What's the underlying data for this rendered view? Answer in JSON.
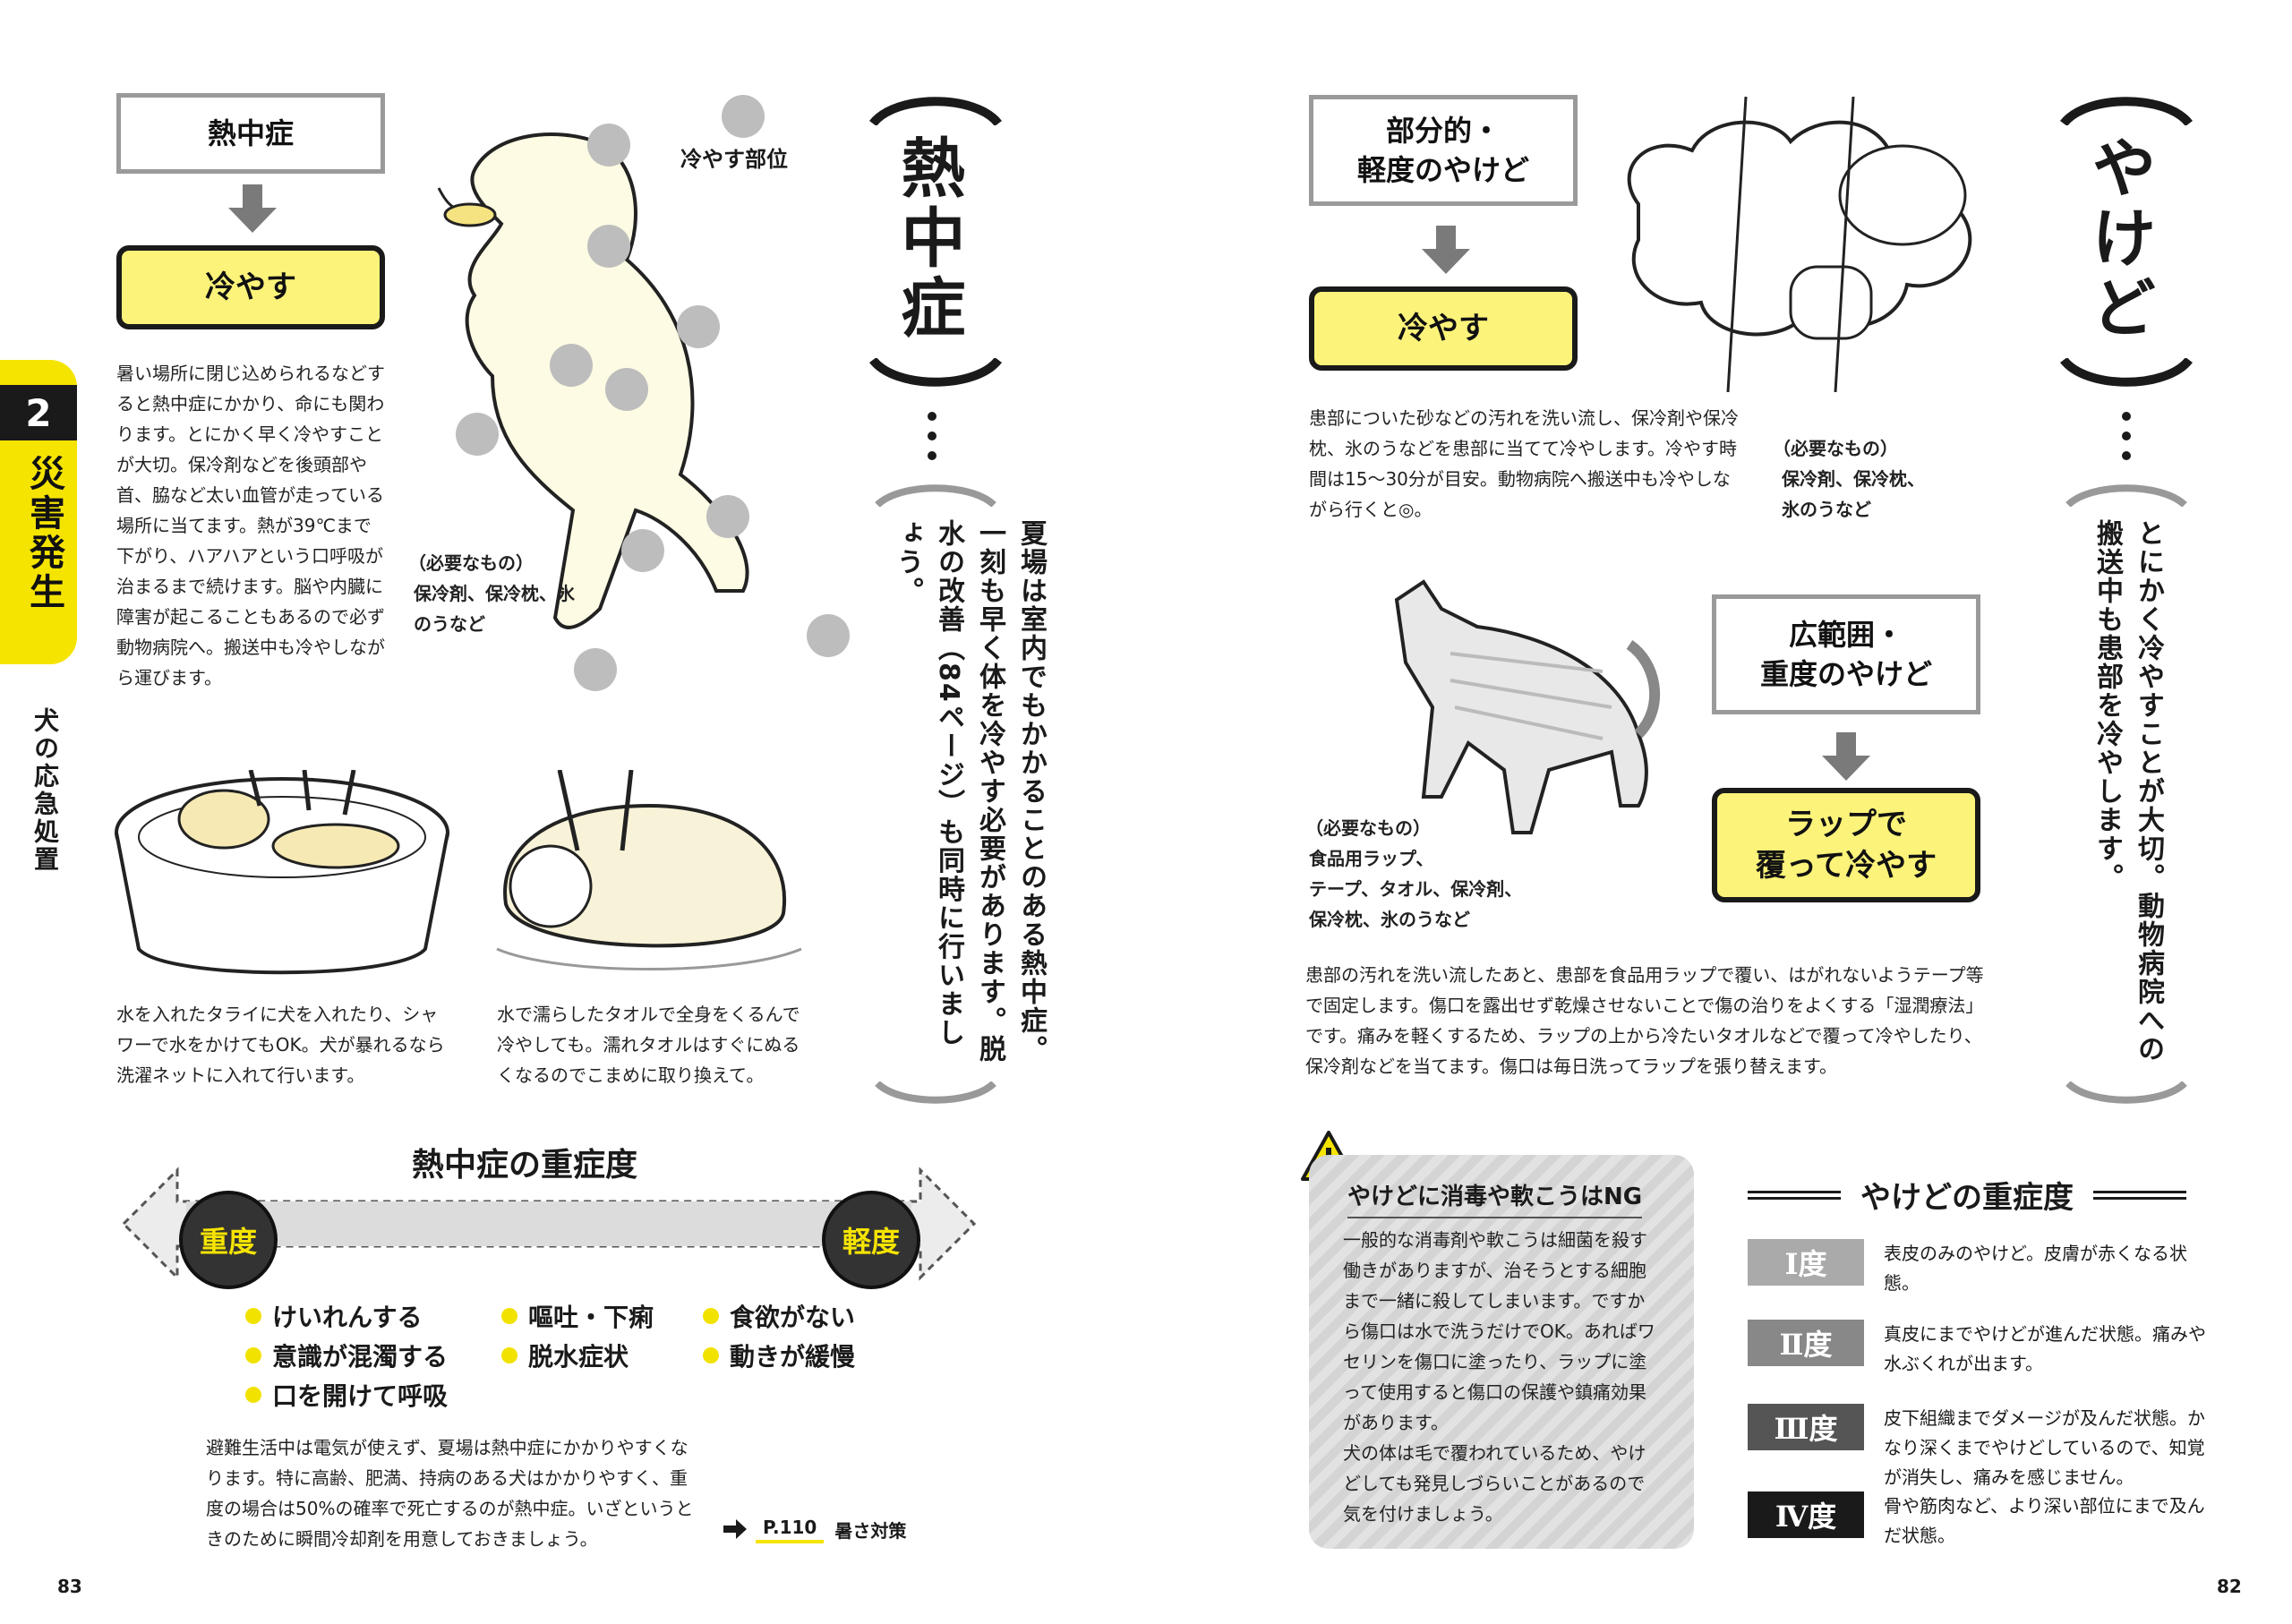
{
  "left_page": {
    "chapter_number": "2",
    "chapter_title": "災害発生",
    "section_title": "犬の応急処置",
    "page_number": "83",
    "title": "熱中症",
    "lead": "夏場は室内でもかかることのある熱中症。一刻も早く体を冷やす必要があります。脱水の改善（84ページ）も同時に行いましょう。",
    "flow": {
      "condition": "熱中症",
      "action": "冷やす"
    },
    "cooling_legend": "冷やす部位",
    "description": "暑い場所に閉じ込められるなどすると熱中症にかかり、命にも関わります。とにかく早く冷やすことが大切。保冷剤などを後頭部や首、脇など太い血管が走っている場所に当てます。熱が39℃まで下がり、ハアハアという口呼吸が治まるまで続けます。脳や内臓に障害が起こることもあるので必ず動物病院へ。搬送中も冷やしながら運びます。",
    "needs_label": "（必要なもの）",
    "needs_items": "保冷剤、保冷枕、氷のうなど",
    "caption_tub": "水を入れたタライに犬を入れたり、シャワーで水をかけてもOK。犬が暴れるなら洗濯ネットに入れて行います。",
    "caption_towel": "水で濡らしたタオルで全身をくるんで冷やしても。濡れタオルはすぐにぬるくなるのでこまめに取り換えて。",
    "severity": {
      "title": "熱中症の重症度",
      "left_label": "重度",
      "right_label": "軽度",
      "symptoms": [
        "けいれんする",
        "嘔吐・下痢",
        "食欲がない",
        "意識が混濁する",
        "脱水症状",
        "動きが緩慢",
        "口を開けて呼吸"
      ],
      "note": "避難生活中は電気が使えず、夏場は熱中症にかかりやすくなります。特に高齢、肥満、持病のある犬はかかりやすく、重度の場合は50%の確率で死亡するのが熱中症。いざというときのために瞬間冷却剤を用意しておきましょう。",
      "ref_page": "P.110",
      "ref_label": "暑さ対策"
    }
  },
  "right_page": {
    "page_number": "82",
    "title": "やけど",
    "lead": "とにかく冷やすことが大切。動物病院への搬送中も患部を冷やします。",
    "minor": {
      "condition": "部分的・\n軽度のやけど",
      "action": "冷やす",
      "description": "患部についた砂などの汚れを洗い流し、保冷剤や保冷枕、氷のうなどを患部に当てて冷やします。冷やす時間は15〜30分が目安。動物病院へ搬送中も冷やしながら行くと◎。",
      "needs_label": "（必要なもの）",
      "needs_items": "保冷剤、保冷枕、\n氷のうなど"
    },
    "severe": {
      "condition": "広範囲・\n重度のやけど",
      "action": "ラップで\n覆って冷やす",
      "needs_label": "（必要なもの）",
      "needs_items": "食品用ラップ、\nテープ、タオル、保冷剤、\n保冷枕、氷のうなど",
      "description": "患部の汚れを洗い流したあと、患部を食品用ラップで覆い、はがれないようテープ等で固定します。傷口を露出せず乾燥させないことで傷の治りをよくする「湿潤療法」です。痛みを軽くするため、ラップの上から冷たいタオルなどで覆って冷やしたり、保冷剤などを当てます。傷口は毎日洗ってラップを張り替えます。"
    },
    "warning": {
      "title": "やけどに消毒や軟こうはNG",
      "body": "一般的な消毒剤や軟こうは細菌を殺す働きがありますが、治そうとする細胞まで一緒に殺してしまいます。ですから傷口は水で洗うだけでOK。あればワセリンを傷口に塗ったり、ラップに塗って使用すると傷口の保護や鎮痛効果があります。\n犬の体は毛で覆われているため、やけどしても発見しづらいことがあるので気を付けましょう。"
    },
    "grades": {
      "title": "やけどの重症度",
      "items": [
        {
          "label": "Ⅰ度",
          "desc": "表皮のみのやけど。皮膚が赤くなる状態。",
          "color": "#aaaaaa"
        },
        {
          "label": "Ⅱ度",
          "desc": "真皮にまでやけどが進んだ状態。痛みや水ぶくれが出ます。",
          "color": "#888888"
        },
        {
          "label": "Ⅲ度",
          "desc": "皮下組織までダメージが及んだ状態。かなり深くまでやけどしているので、知覚が消失し、痛みを感じません。",
          "color": "#555555"
        },
        {
          "label": "Ⅳ度",
          "desc": "骨や筋肉など、より深い部位にまで及んだ状態。",
          "color": "#1a1a1a"
        }
      ]
    }
  },
  "colors": {
    "accent_yellow": "#fcf37a",
    "tab_yellow": "#f5e400",
    "gray_arrow": "#7a7a7a",
    "dark": "#1a1a1a"
  },
  "icons": [
    "down-arrow-icon",
    "warning-icon",
    "right-arrow-icon"
  ]
}
